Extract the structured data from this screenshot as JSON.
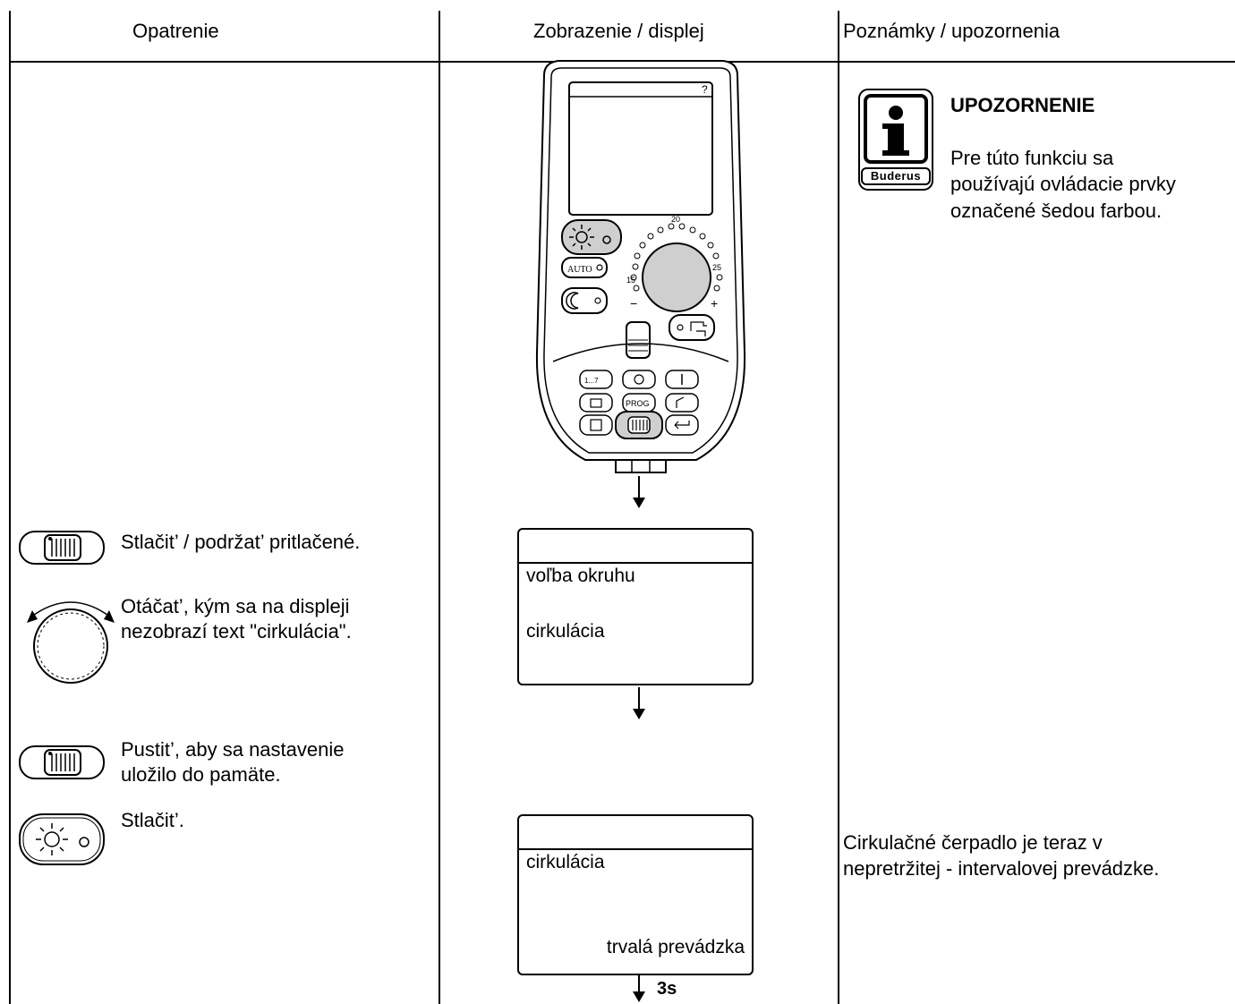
{
  "headers": {
    "col1": "Opatrenie",
    "col2": "Zobrazenie / displej",
    "col3": "Poznámky / upozornenia"
  },
  "notice": {
    "title": "UPOZORNENIE",
    "body_line1": "Pre túto funkciu sa",
    "body_line2": "používajú ovládacie prvky",
    "body_line3": "označené šedou farbou.",
    "logo_text": "Buderus"
  },
  "device": {
    "dial_top": "20",
    "dial_right": "25",
    "dial_left": "15",
    "minus": "−",
    "plus": "+",
    "auto_label": "AUTO",
    "btn_days": "1...7",
    "btn_prog": "PROG"
  },
  "steps": [
    {
      "text": "Stlačit’ / podržat’ pritlačené."
    },
    {
      "line1": "Otáčat’, kým sa na displeji",
      "line2": "nezobrazí text \"cirkulácia\"."
    },
    {
      "line1": "Pustit’, aby sa nastavenie",
      "line2": "uložilo do pamäte."
    },
    {
      "text": "Stlačit’."
    }
  ],
  "display1": {
    "line1": "voľba okruhu",
    "line2": "cirkulácia"
  },
  "display2": {
    "line1": "cirkulácia",
    "line2": "trvalá prevádzka"
  },
  "arrow3_label": "3s",
  "remark": {
    "line1": "Cirkulačné čerpadlo je teraz v",
    "line2": "nepretržitej - intervalovej prevádzke."
  }
}
